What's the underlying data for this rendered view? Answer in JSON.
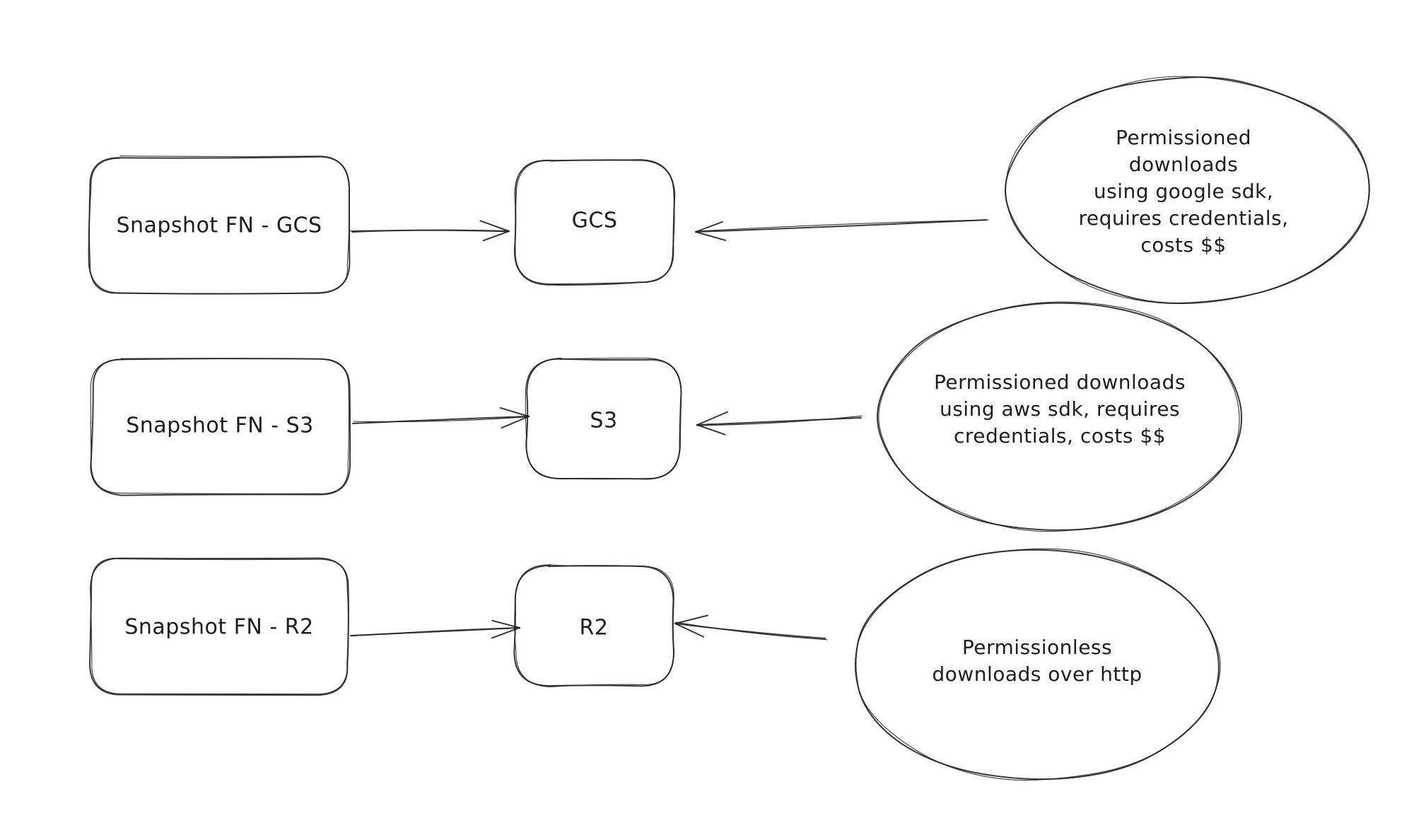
{
  "diagram": {
    "rows": [
      {
        "source": "Snapshot FN - GCS",
        "target": "GCS",
        "note": "Permissioned downloads\nusing google sdk,\nrequires credentials,\ncosts $$"
      },
      {
        "source": "Snapshot FN - S3",
        "target": "S3",
        "note": "Permissioned downloads\nusing aws sdk, requires\ncredentials, costs $$"
      },
      {
        "source": "Snapshot FN - R2",
        "target": "R2",
        "note": "Permissionless\ndownloads over http"
      }
    ]
  },
  "colors": {
    "background": "#ffffff",
    "stroke": "#1e1e1e",
    "text": "#1d1d1d"
  }
}
